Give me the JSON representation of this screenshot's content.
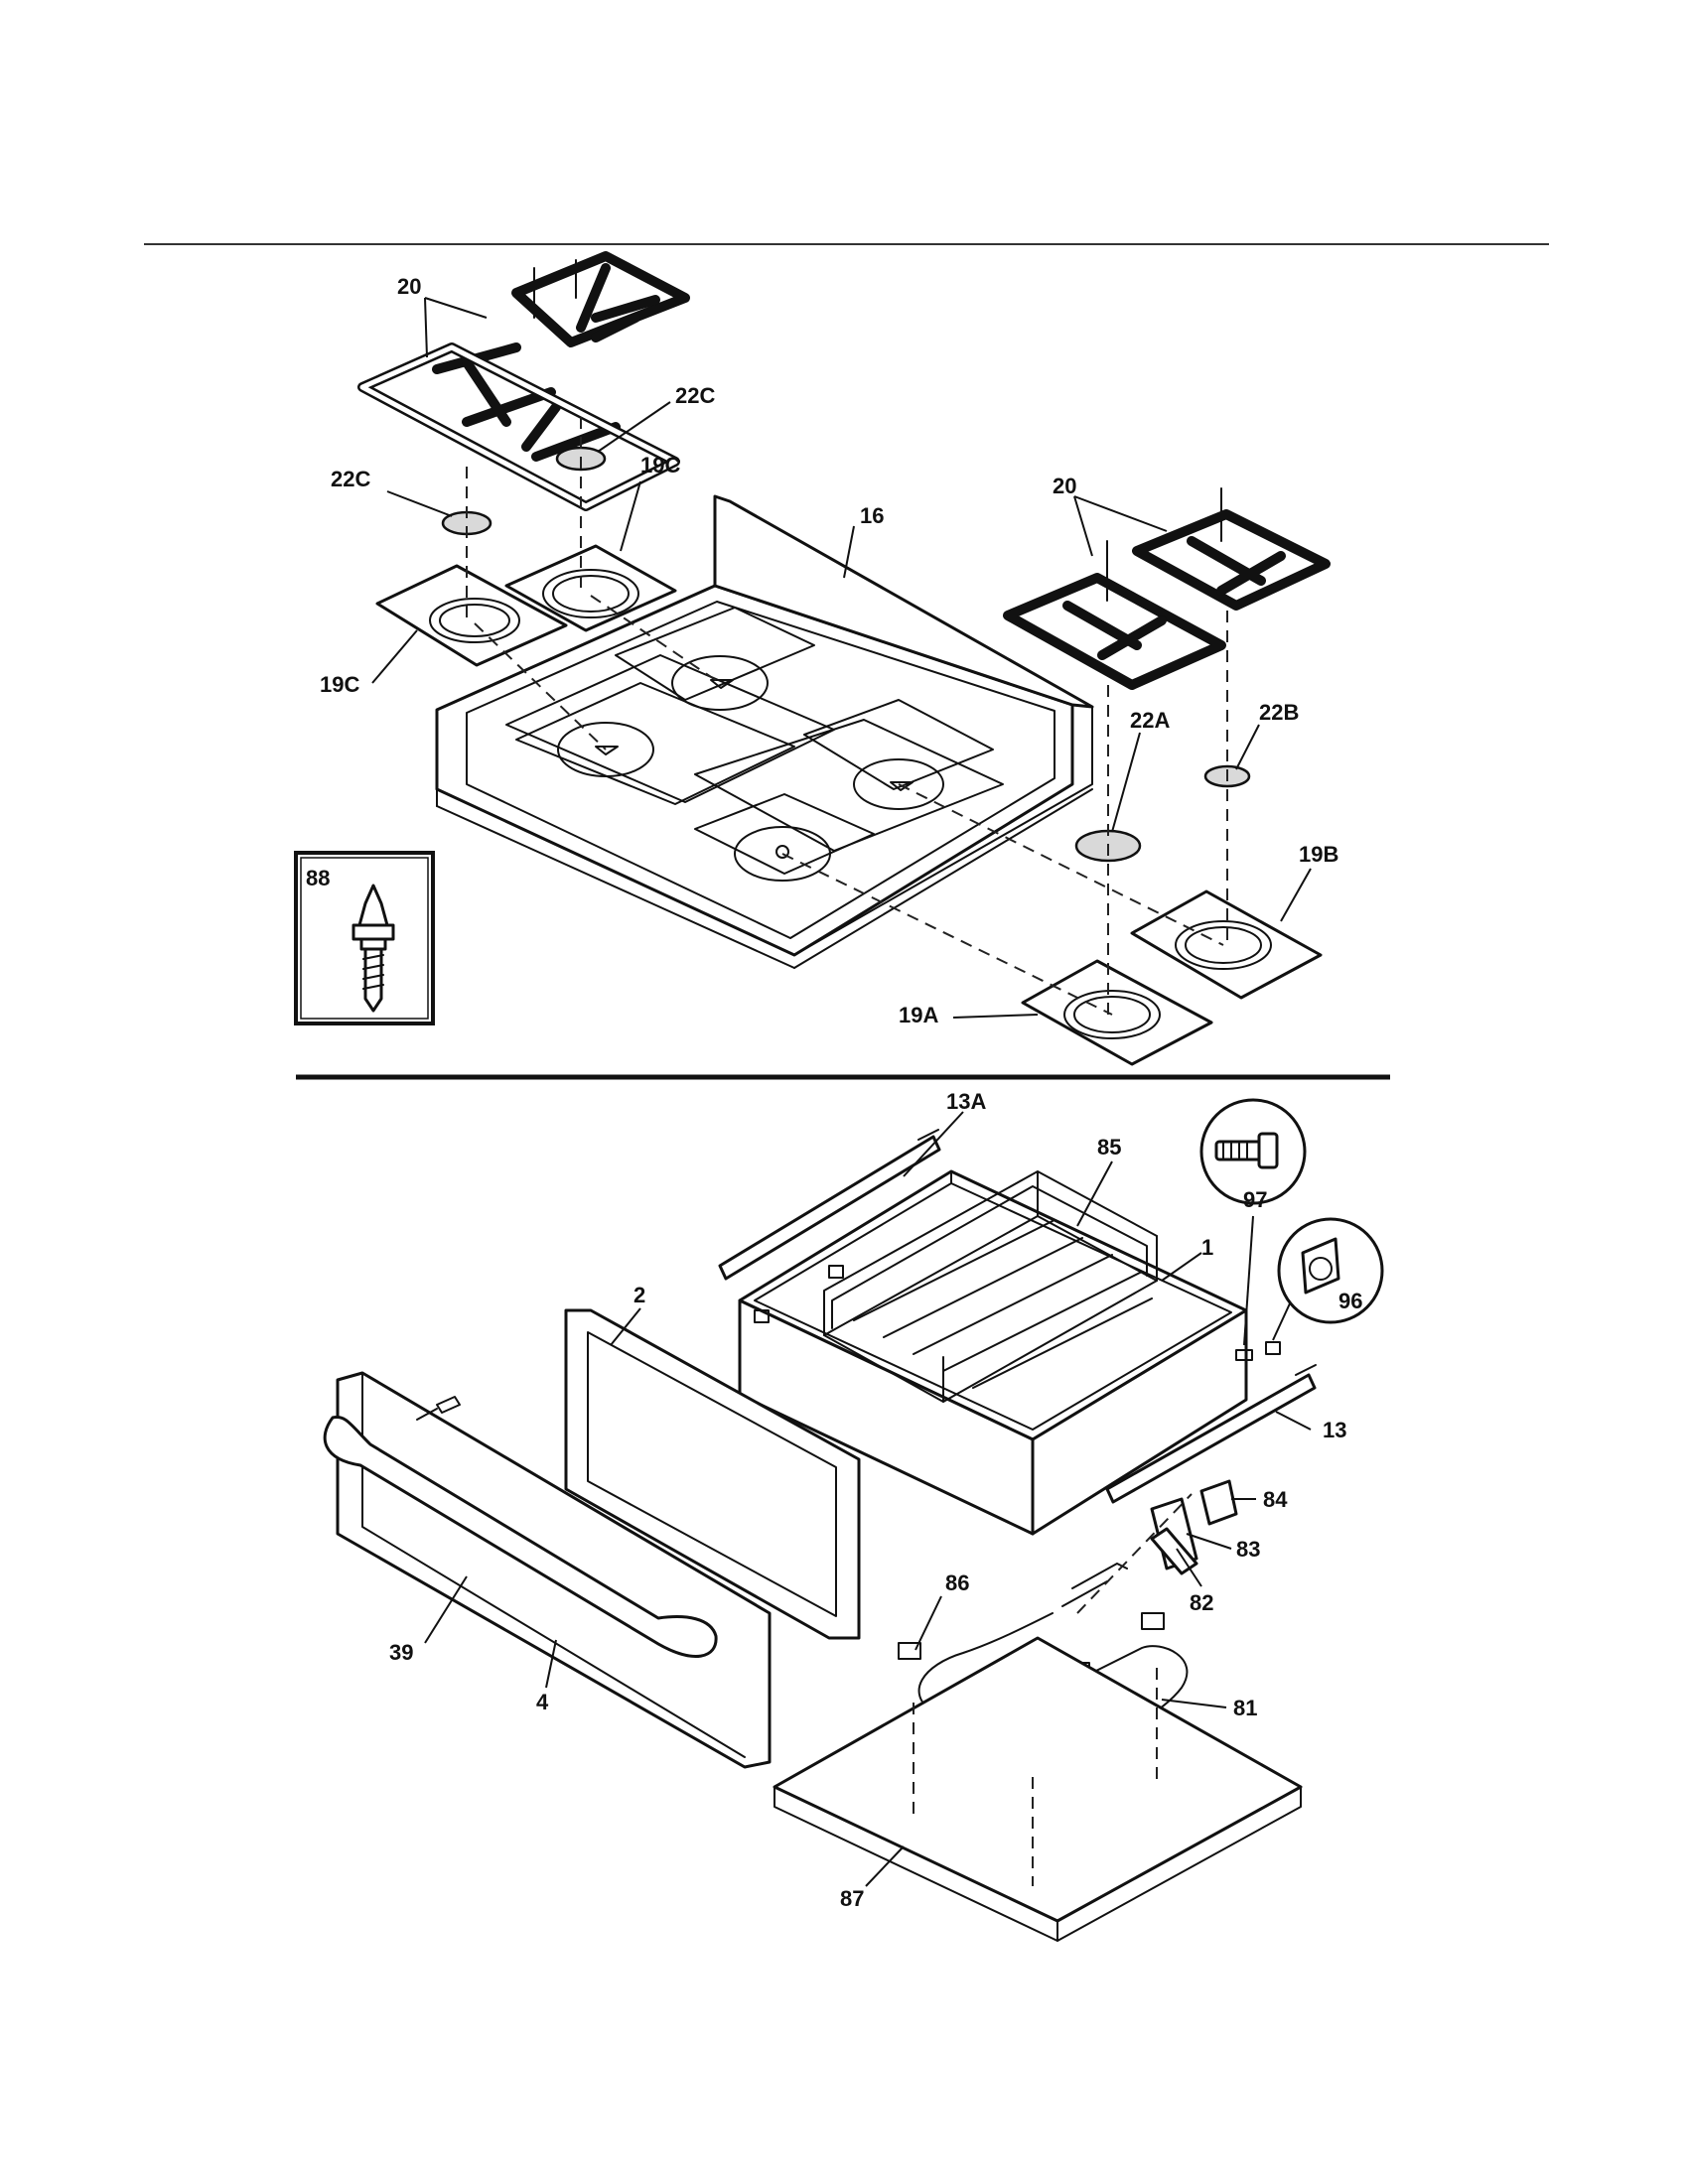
{
  "callouts": {
    "c20a": "20",
    "c22c_top": "22C",
    "c22c_left": "22C",
    "c19c_top": "19C",
    "c19c_left": "19C",
    "c16": "16",
    "c20b": "20",
    "c22a": "22A",
    "c22b": "22B",
    "c19b": "19B",
    "c19a": "19A",
    "c88": "88",
    "c13a": "13A",
    "c85": "85",
    "c97": "97",
    "c1": "1",
    "c96": "96",
    "c2": "2",
    "c13": "13",
    "c84": "84",
    "c83": "83",
    "c82": "82",
    "c86": "86",
    "c39": "39",
    "c4": "4",
    "c81": "81",
    "c87": "87"
  },
  "colors": {
    "line": "#111111",
    "cap_fill": "#d9d9d9",
    "background": "#ffffff"
  }
}
